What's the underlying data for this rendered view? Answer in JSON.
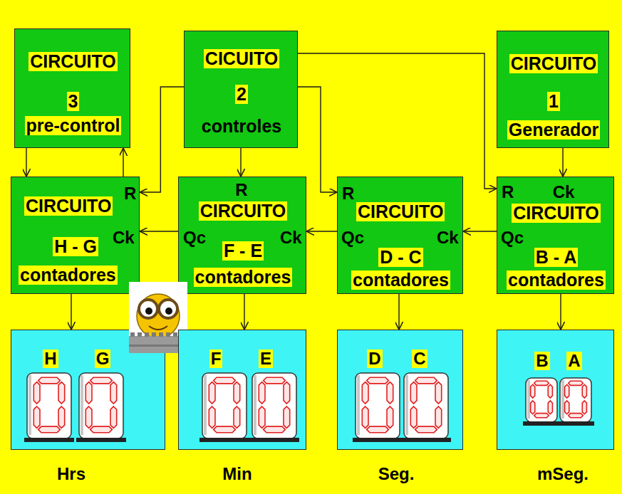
{
  "diagram": {
    "nodes": [
      {
        "text": [
          "CIRCUITO",
          "3",
          "pre-control"
        ]
      },
      {
        "text": [
          "CICUITO",
          "2",
          "controles"
        ]
      },
      {
        "text": [
          "CIRCUITO",
          "1",
          "Generador"
        ]
      },
      {
        "text": [
          "R",
          "CIRCUITO",
          "Ck",
          "H - G",
          "contadores"
        ]
      },
      {
        "text": [
          "R",
          "CIRCUITO",
          "Qc",
          "Ck",
          "F - E",
          "contadores"
        ]
      },
      {
        "text": [
          "R",
          "CIRCUITO",
          "Qc",
          "Ck",
          "D - C",
          "contadores"
        ]
      },
      {
        "text": [
          "R",
          "Ck",
          "CIRCUITO",
          "Qc",
          "B - A",
          "contadores"
        ]
      },
      {
        "text": [
          "H",
          "G"
        ]
      },
      {
        "text": [
          "F",
          "E"
        ]
      },
      {
        "text": [
          "D",
          "C"
        ]
      },
      {
        "text": [
          "B",
          "A"
        ]
      }
    ],
    "edges": [
      {
        "from": 0,
        "to": 3,
        "arrow": "to"
      },
      {
        "from": 3,
        "to": 0,
        "arrow": "to"
      },
      {
        "from": 1,
        "to": 3,
        "arrow": "to"
      },
      {
        "from": 1,
        "to": 4,
        "arrow": "to"
      },
      {
        "from": 1,
        "to": 5,
        "arrow": "to"
      },
      {
        "from": 1,
        "to": 6,
        "arrow": "to"
      },
      {
        "from": 2,
        "to": 6,
        "arrow": "to"
      },
      {
        "from": 6,
        "to": 5,
        "arrow": "to"
      },
      {
        "from": 5,
        "to": 4,
        "arrow": "to"
      },
      {
        "from": 4,
        "to": 3,
        "arrow": "to"
      },
      {
        "from": 3,
        "to": 7,
        "arrow": "to"
      },
      {
        "from": 4,
        "to": 8,
        "arrow": "to"
      },
      {
        "from": 5,
        "to": 9,
        "arrow": "to"
      },
      {
        "from": 6,
        "to": 10,
        "arrow": "to"
      }
    ],
    "labels": [
      "Hrs",
      "Min",
      "Seg.",
      "mSeg."
    ]
  }
}
